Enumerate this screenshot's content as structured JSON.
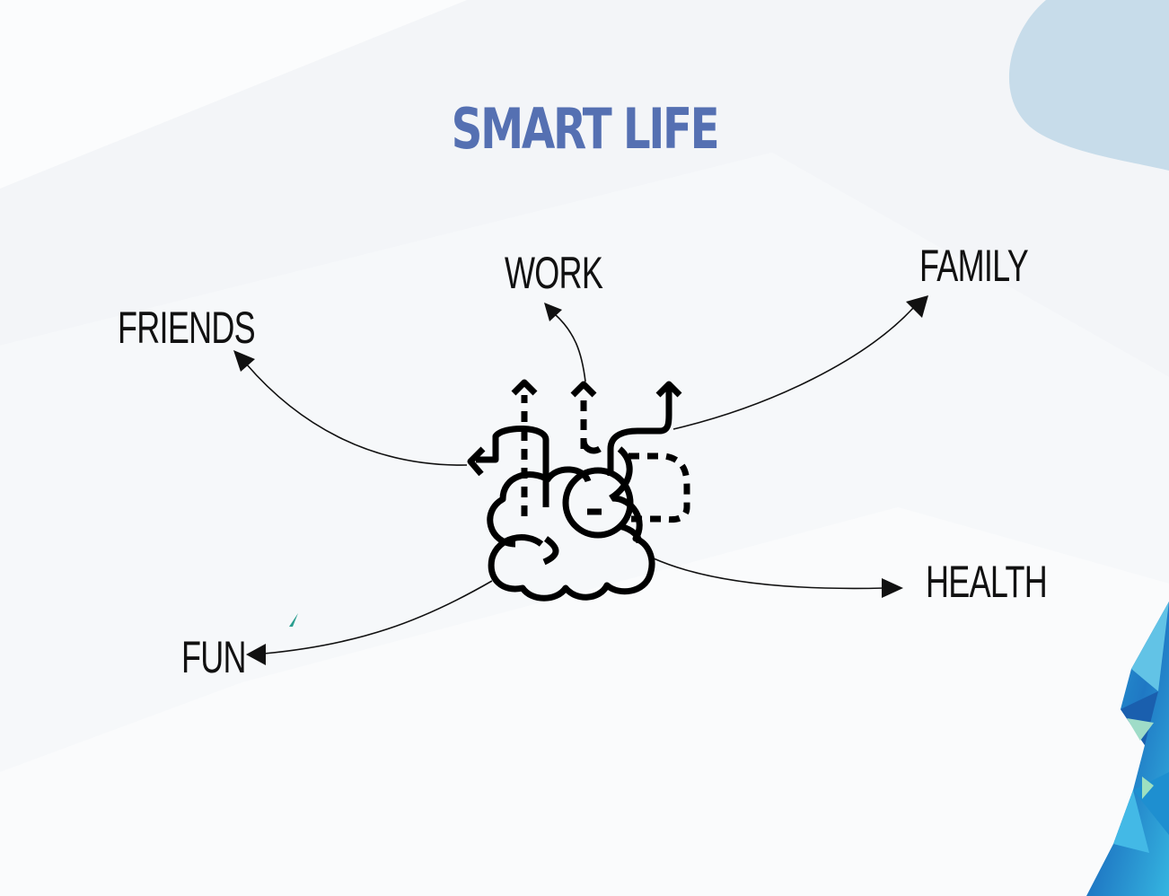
{
  "slide": {
    "title": "SMART LIFE",
    "accent_color": "#5570b2"
  },
  "diagram": {
    "center_icon": "brain-icon",
    "branches": [
      {
        "id": "work",
        "label": "WORK"
      },
      {
        "id": "family",
        "label": "FAMILY"
      },
      {
        "id": "friends",
        "label": "FRIENDS"
      },
      {
        "id": "health",
        "label": "HEALTH"
      },
      {
        "id": "fun",
        "label": "FUN"
      }
    ]
  }
}
